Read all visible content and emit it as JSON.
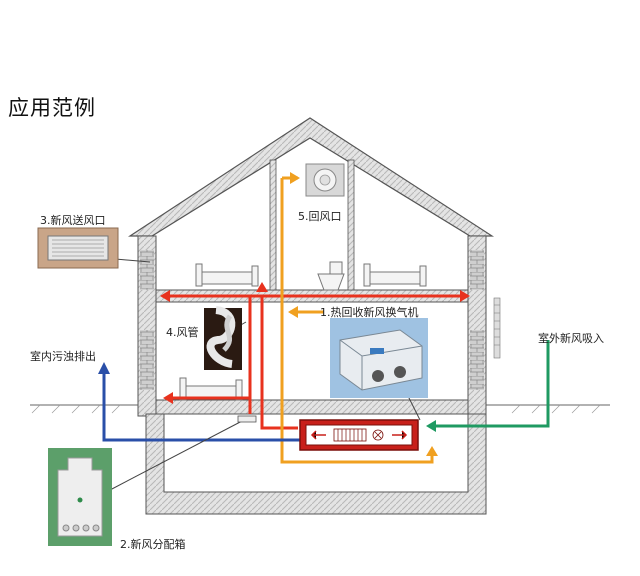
{
  "title": "应用范例",
  "labels": {
    "unit": "1.热回收新风换气机",
    "distribution_box": "2.新风分配箱",
    "supply_vent": "3.新风送风口",
    "duct": "4.风管",
    "return_vent": "5.回风口",
    "outdoor_intake": "室外新风吸入",
    "indoor_exhaust": "室内污浊排出"
  },
  "colors": {
    "supply": "#e8321e",
    "return": "#f0a020",
    "intake": "#1f9a62",
    "exhaust": "#2a4fa8",
    "wall": "#d6d6d6",
    "outline": "#555555"
  }
}
